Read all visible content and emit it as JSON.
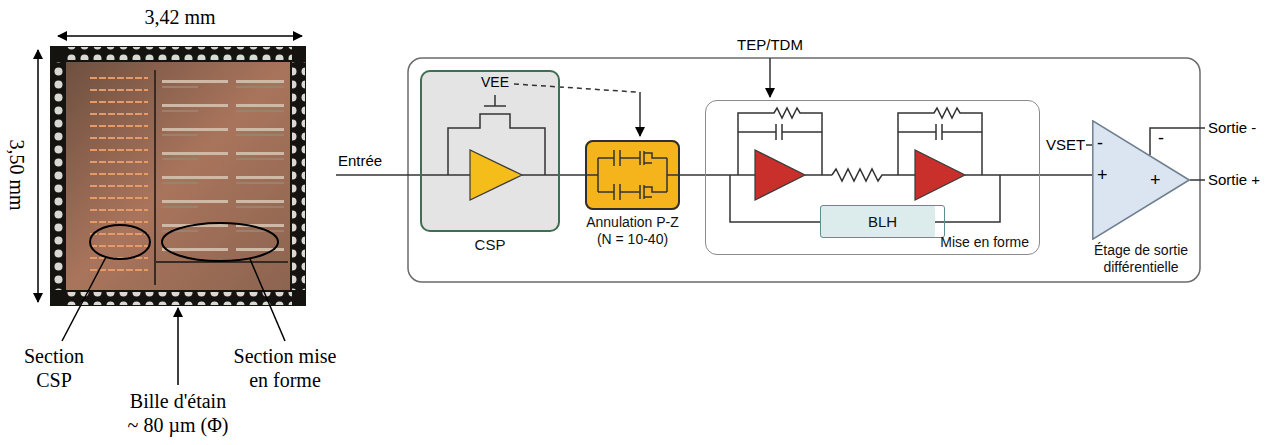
{
  "diagram": {
    "nodes": [
      {
        "text": [
          "CSP"
        ]
      },
      {
        "text": [
          "Annulation P-Z (N = 10-40)"
        ]
      },
      {
        "text": [
          "Mise en forme"
        ]
      },
      {
        "text": [
          "BLH"
        ],
        "in": 2
      },
      {
        "text": [
          "Étage de sortie différentielle"
        ]
      }
    ],
    "edges": [
      {
        "from": 0,
        "to": 1,
        "arrow": "none"
      },
      {
        "from": 1,
        "to": 2,
        "arrow": "none"
      },
      {
        "from": 2,
        "to": 4,
        "arrow": "none"
      }
    ],
    "labels": [
      "3,42 mm",
      "3,50 mm",
      "Section CSP",
      "Bille d'étain ~ 80 µm (Φ)",
      "Section mise en forme",
      "Entrée",
      "VEE",
      "TEP/TDM",
      "VSET",
      "-",
      "+",
      "-",
      "+",
      "Sortie -",
      "Sortie +"
    ]
  }
}
